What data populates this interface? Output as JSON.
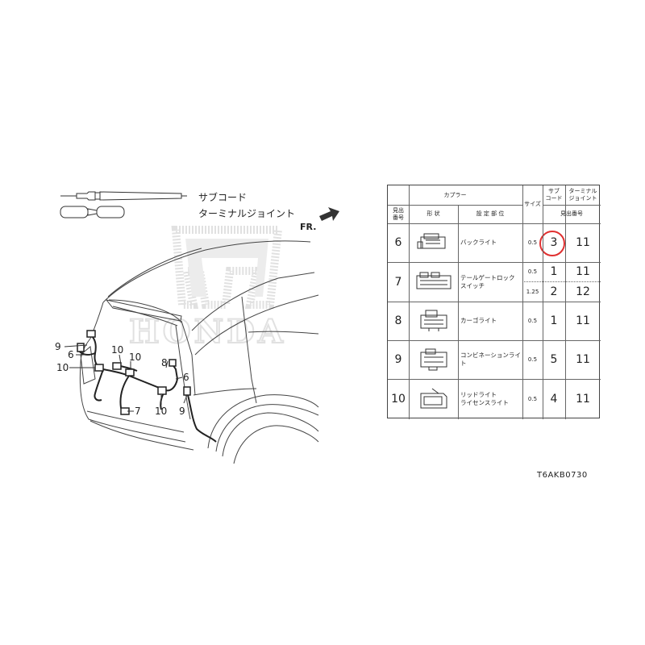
{
  "legend": {
    "sub_cord_label": "サブコード",
    "terminal_joint_label": "ターミナルジョイント"
  },
  "front_indicator": "FR.",
  "doc_id": "T6AKB0730",
  "callouts": [
    {
      "text": "9"
    },
    {
      "text": "6"
    },
    {
      "text": "10"
    },
    {
      "text": "10"
    },
    {
      "text": "10"
    },
    {
      "text": "8"
    },
    {
      "text": "6"
    },
    {
      "text": "7"
    },
    {
      "text": "10"
    },
    {
      "text": "9"
    }
  ],
  "table": {
    "headers": {
      "coupler": "カプラー",
      "number": "見出\n番号",
      "shape": "形 状",
      "location": "設 定 部 位",
      "size": "サイズ",
      "sub_cord": "サブ\nコード",
      "terminal_joint": "ターミナル\nジョイント",
      "heading_number": "見出番号"
    },
    "rows": [
      {
        "no": "6",
        "part": "バックライト",
        "sizes": [
          "0.5"
        ],
        "sub": [
          "3"
        ],
        "tj": [
          "11"
        ],
        "highlight": true
      },
      {
        "no": "7",
        "part": "テールゲートロック\nスイッチ",
        "sizes": [
          "0.5",
          "1.25"
        ],
        "sub": [
          "1",
          "2"
        ],
        "tj": [
          "11",
          "12"
        ],
        "highlight": false
      },
      {
        "no": "8",
        "part": "カーゴライト",
        "sizes": [
          "0.5"
        ],
        "sub": [
          "1"
        ],
        "tj": [
          "11"
        ],
        "highlight": false
      },
      {
        "no": "9",
        "part": "コンビネーションライト",
        "sizes": [
          "0.5"
        ],
        "sub": [
          "5"
        ],
        "tj": [
          "11"
        ],
        "highlight": false
      },
      {
        "no": "10",
        "part": "リッドライト\nライセンスライト",
        "sizes": [
          "0.5"
        ],
        "sub": [
          "4"
        ],
        "tj": [
          "11"
        ],
        "highlight": false
      }
    ]
  },
  "colors": {
    "line": "#333333",
    "watermark": "#d7d7d7",
    "highlight_circle": "#e03030"
  }
}
